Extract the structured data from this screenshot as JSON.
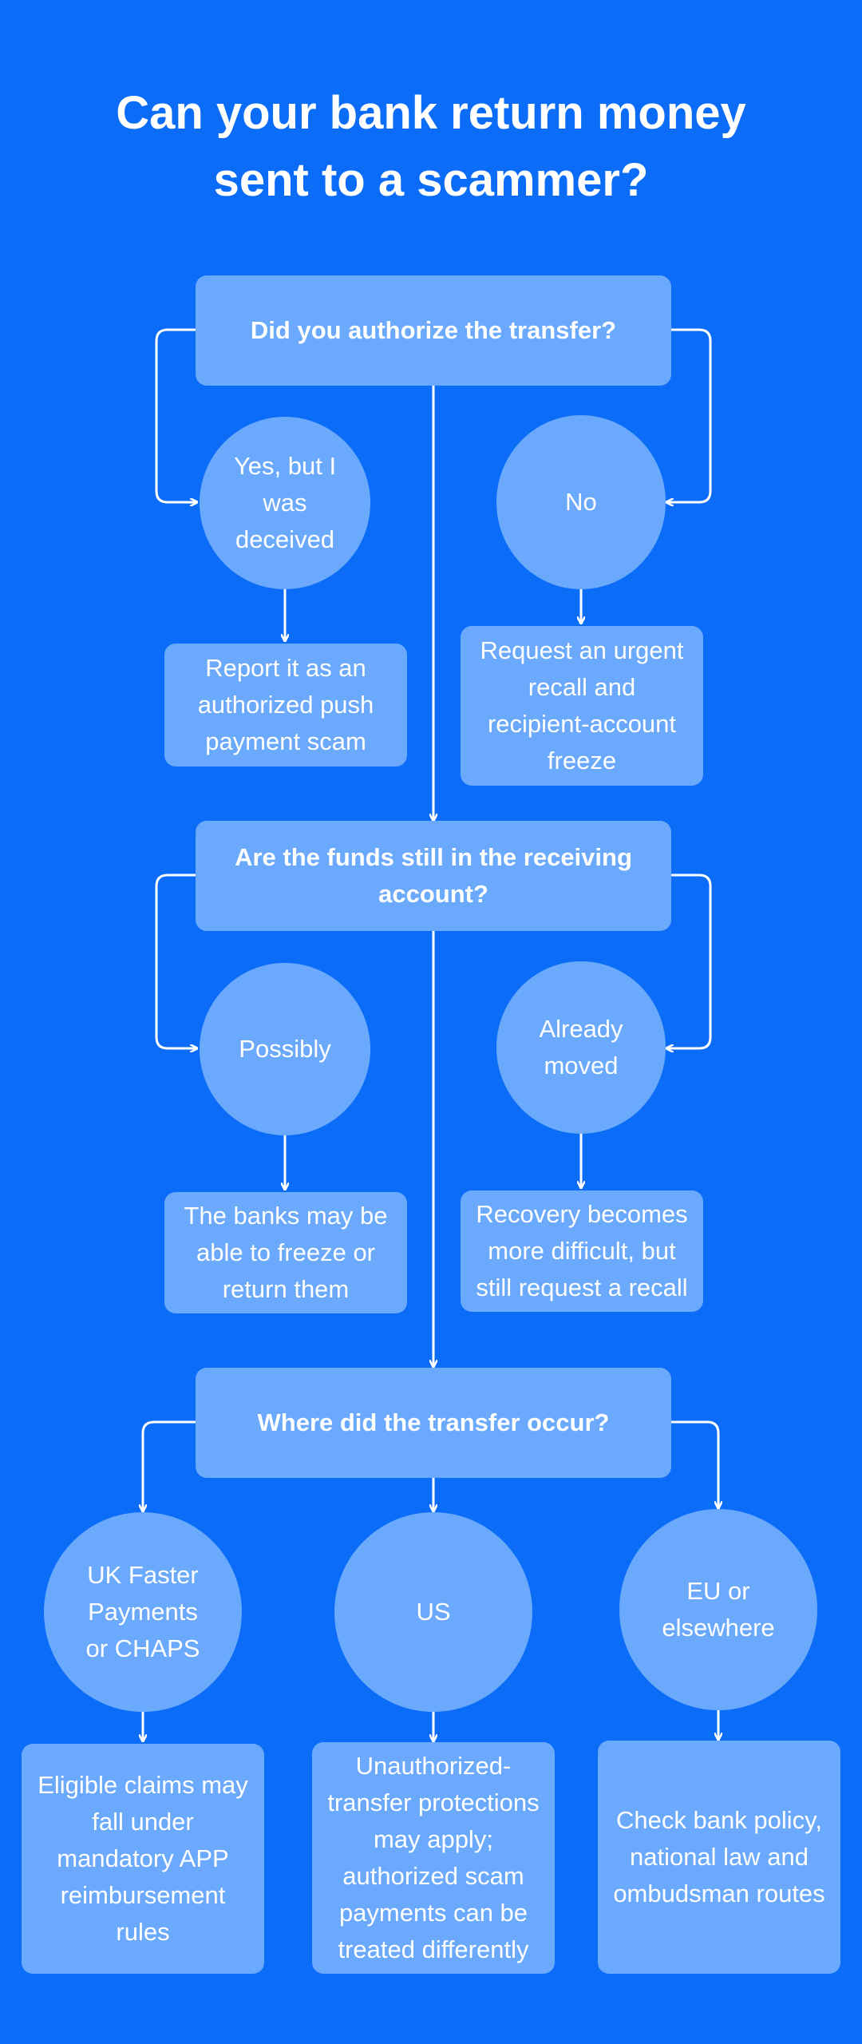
{
  "title": {
    "line1": "Can your bank return money",
    "line2": "sent to a scammer?"
  },
  "questions": [
    {
      "lines": [
        "Did you authorize the transfer?"
      ]
    },
    {
      "lines": [
        "Are the funds still in the receiving",
        "account?"
      ]
    },
    {
      "lines": [
        "Where did the transfer occur?"
      ]
    }
  ],
  "answers": [
    {
      "lines": [
        "Yes, but I",
        "was",
        "deceived"
      ]
    },
    {
      "lines": [
        "No"
      ]
    },
    {
      "lines": [
        "Possibly"
      ]
    },
    {
      "lines": [
        "Already",
        "moved"
      ]
    },
    {
      "lines": [
        "UK Faster",
        "Payments",
        "or CHAPS"
      ]
    },
    {
      "lines": [
        "US"
      ]
    },
    {
      "lines": [
        "EU or",
        "elsewhere"
      ]
    }
  ],
  "outcomes": [
    {
      "lines": [
        "Report it as an",
        "authorized push",
        "payment scam"
      ]
    },
    {
      "lines": [
        "Request an urgent",
        "recall and",
        "recipient-account",
        "freeze"
      ]
    },
    {
      "lines": [
        "The banks may be",
        "able to freeze or",
        "return them"
      ]
    },
    {
      "lines": [
        "Recovery becomes",
        "more difficult, but",
        "still request a recall"
      ]
    },
    {
      "lines": [
        "Eligible claims may",
        "fall under",
        "mandatory APP",
        "reimbursement",
        "rules"
      ]
    },
    {
      "lines": [
        "Unauthorized-",
        "transfer protections",
        "may apply;",
        "authorized scam",
        "payments can be",
        "treated differently"
      ]
    },
    {
      "lines": [
        "Check bank policy,",
        "national law and",
        "ombudsman routes"
      ]
    }
  ],
  "colors": {
    "background": "#0a6cf7",
    "node_fill": "#6aa9fb",
    "text": "#ffffff",
    "connector": "#ffffff"
  }
}
